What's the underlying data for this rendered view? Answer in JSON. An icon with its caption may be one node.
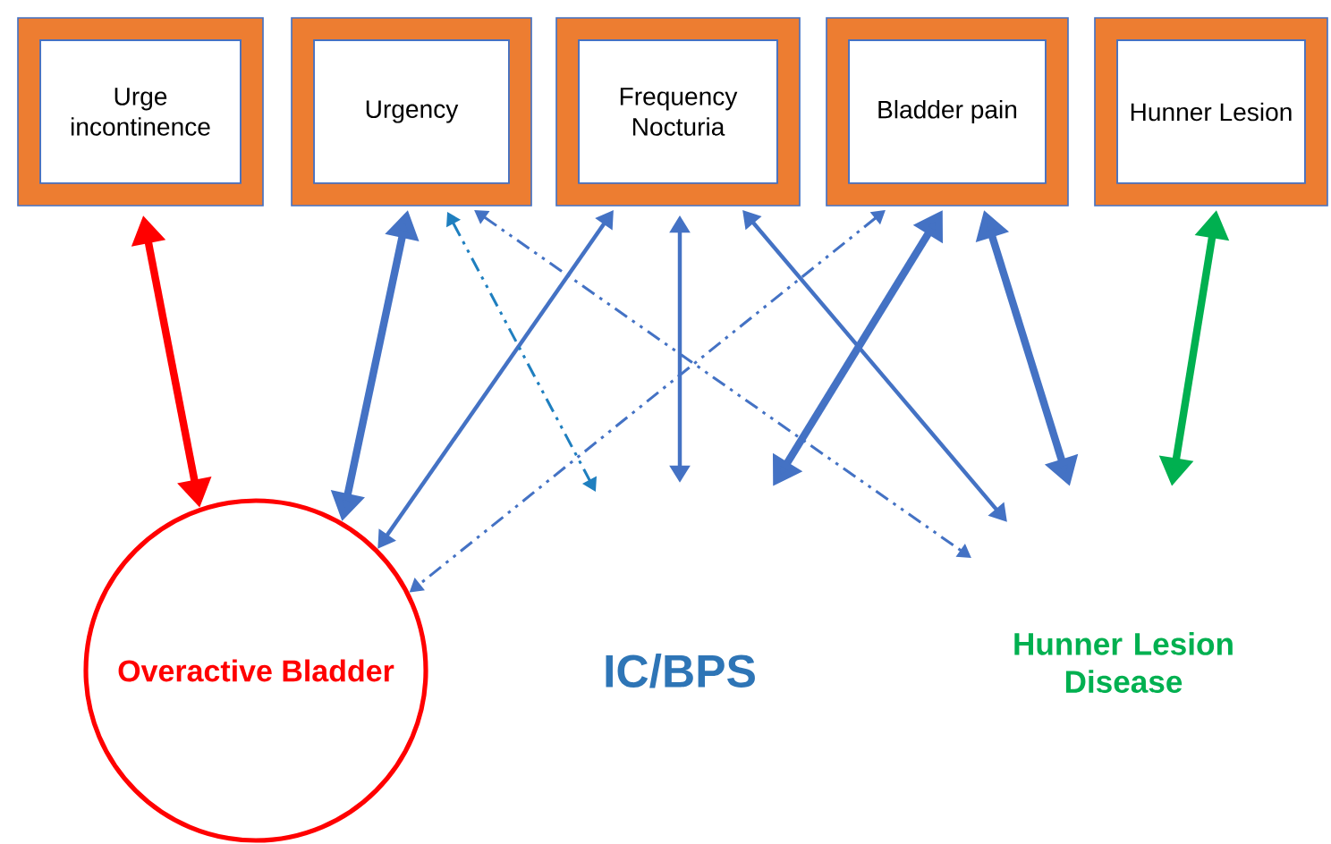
{
  "diagram": {
    "nodes": [
      {
        "text": [
          "Urge incontinence"
        ]
      },
      {
        "text": [
          "Urgency"
        ]
      },
      {
        "text": [
          "Frequency Nocturia"
        ]
      },
      {
        "text": [
          "Bladder pain"
        ]
      },
      {
        "text": [
          "Hunner Lesion"
        ]
      },
      {
        "text": [
          "Overactive Bladder"
        ]
      },
      {
        "text": [
          "IC/BPS"
        ]
      },
      {
        "text": [
          "Hunner Lesion Disease"
        ]
      }
    ],
    "edges": [
      {
        "from": 0,
        "to": 5,
        "arrow": "both",
        "style": "thick",
        "color": "#ff0000"
      },
      {
        "from": 1,
        "to": 5,
        "arrow": "both",
        "style": "thick"
      },
      {
        "from": 2,
        "to": 5,
        "arrow": "both"
      },
      {
        "from": 3,
        "to": 5,
        "arrow": "both",
        "style": "dashed"
      },
      {
        "from": 1,
        "to": null,
        "arrow": "both",
        "style": "dashed",
        "color": "#1f7fbf"
      },
      {
        "from": 1,
        "to": null,
        "arrow": "both",
        "style": "dashed"
      },
      {
        "from": 2,
        "to": null,
        "arrow": "both"
      },
      {
        "from": 2,
        "to": null,
        "arrow": "both"
      },
      {
        "from": 3,
        "to": null,
        "arrow": "both",
        "style": "thick"
      },
      {
        "from": 3,
        "to": null,
        "arrow": "both",
        "style": "thick"
      },
      {
        "from": 4,
        "to": null,
        "arrow": "both",
        "style": "thick",
        "color": "#00b050"
      }
    ]
  }
}
